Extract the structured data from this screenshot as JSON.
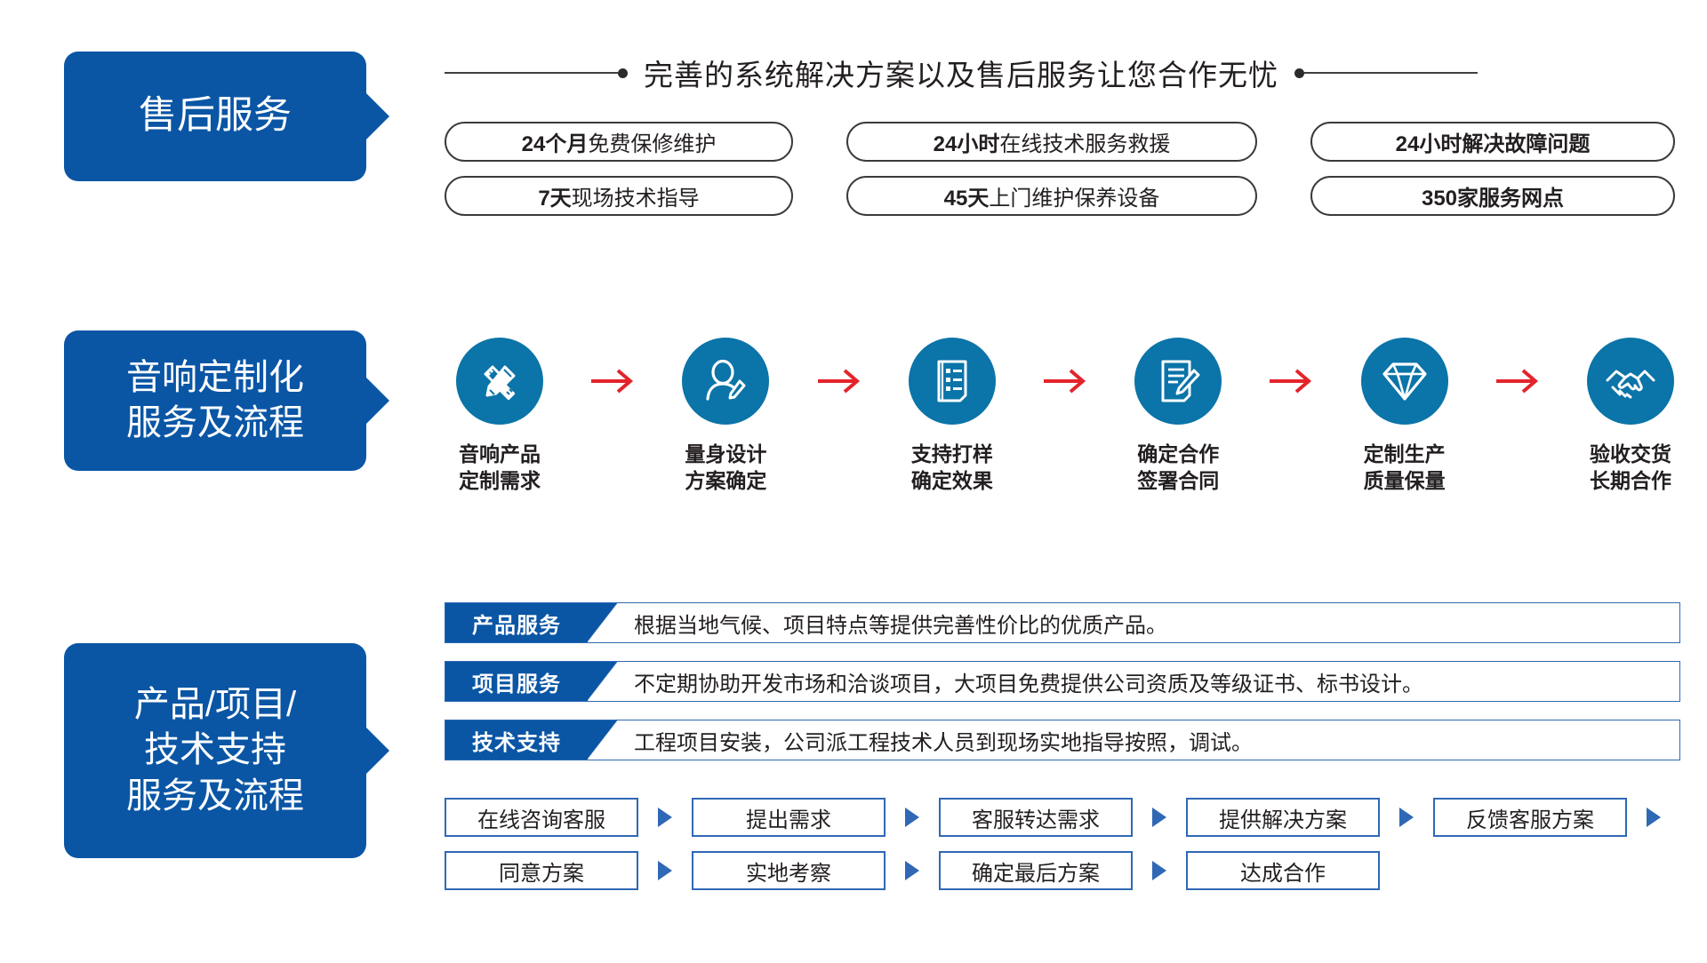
{
  "theme": {
    "tag_blue": "#0a56a5",
    "icon_blue": "#0b74a8",
    "arrow_red": "#e3242b",
    "outline_blue": "#2f68b5",
    "text_dark": "#231f20"
  },
  "section_after_sales": {
    "tag_label": "售后服务",
    "headline": "完善的系统解决方案以及售后服务让您合作无忧",
    "pills": [
      {
        "strong": "24个月",
        "rest": "免费保修维护"
      },
      {
        "strong": "24小时",
        "rest": "在线技术服务救援"
      },
      {
        "strong": "24小时解决故障问题",
        "rest": ""
      },
      {
        "strong": "7天",
        "rest": "现场技术指导"
      },
      {
        "strong": "45天",
        "rest": "上门维护保养设备"
      },
      {
        "strong": "350家服务网点",
        "rest": ""
      }
    ]
  },
  "section_custom_process": {
    "tag_label": "音响定制化\n服务及流程",
    "steps": [
      {
        "icon": "pencil-ruler-icon",
        "label": "音响产品\n定制需求"
      },
      {
        "icon": "person-design-icon",
        "label": "量身设计\n方案确定"
      },
      {
        "icon": "checklist-document-icon",
        "label": "支持打样\n确定效果"
      },
      {
        "icon": "contract-sign-icon",
        "label": "确定合作\n签署合同"
      },
      {
        "icon": "diamond-quality-icon",
        "label": "定制生产\n质量保量"
      },
      {
        "icon": "handshake-icon",
        "label": "验收交货\n长期合作"
      }
    ],
    "arrow_icon": "right-arrow-icon"
  },
  "section_product_support": {
    "tag_label": "产品/项目/\n技术支持\n服务及流程",
    "services": [
      {
        "label": "产品服务",
        "desc": "根据当地气候、项目特点等提供完善性价比的优质产品。"
      },
      {
        "label": "项目服务",
        "desc": "不定期协助开发市场和洽谈项目，大项目免费提供公司资质及等级证书、标书设计。"
      },
      {
        "label": "技术支持",
        "desc": "工程项目安装，公司派工程技术人员到现场实地指导按照，调试。"
      }
    ],
    "flow_row1": [
      "在线咨询客服",
      "提出需求",
      "客服转达需求",
      "提供解决方案",
      "反馈客服方案"
    ],
    "flow_row2": [
      "同意方案",
      "实地考察",
      "确定最后方案",
      "达成合作"
    ],
    "flow_arrow_icon": "triangle-right-icon"
  }
}
